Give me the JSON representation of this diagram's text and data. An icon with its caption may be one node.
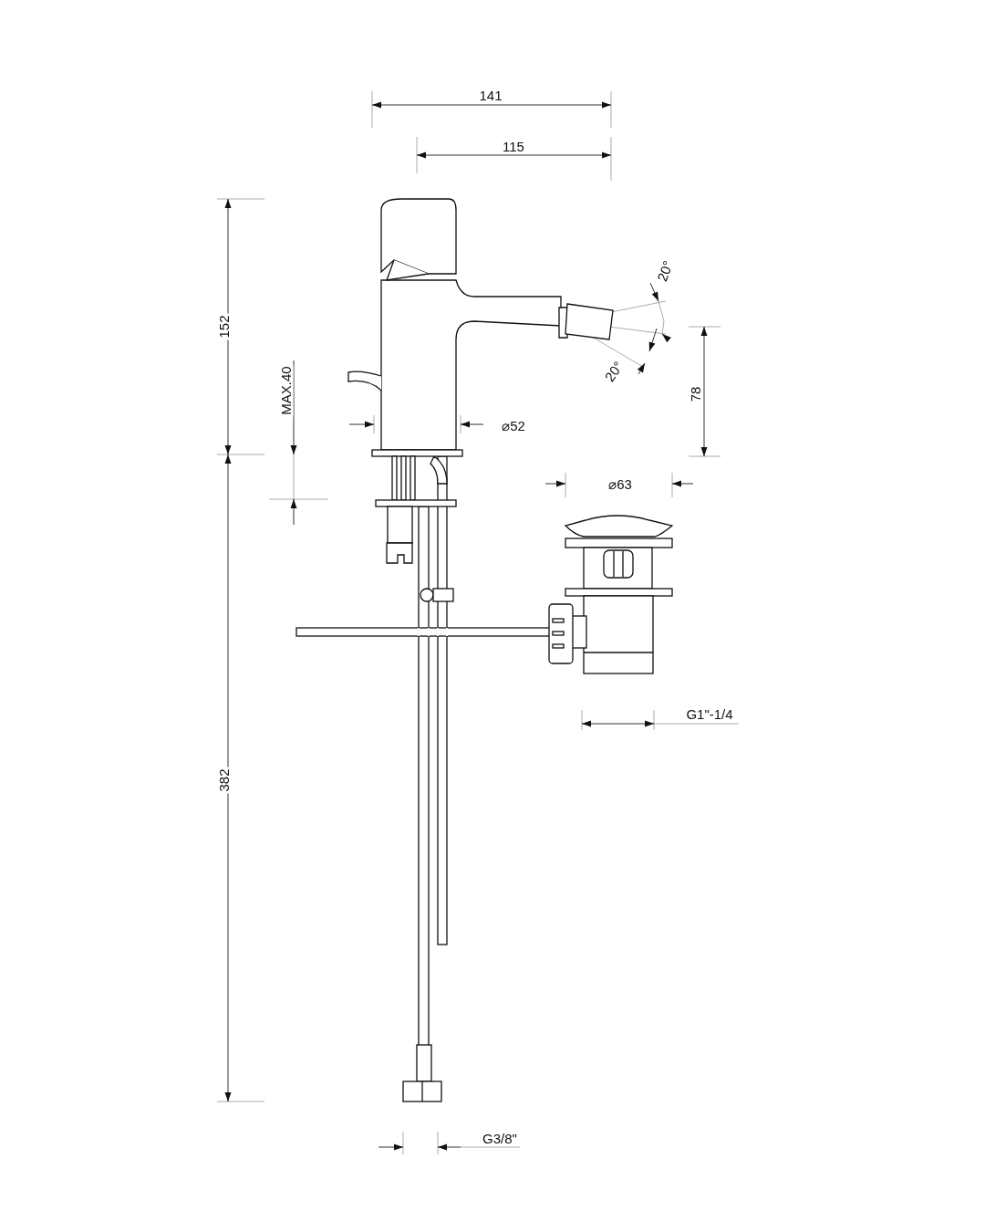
{
  "diagram": {
    "labels": [
      "141",
      "115",
      "20°",
      "152",
      "78",
      "20°",
      "MAX.40",
      "⌀52",
      "⌀63",
      "G1\"-1/4",
      "382",
      "G3/8\""
    ]
  }
}
